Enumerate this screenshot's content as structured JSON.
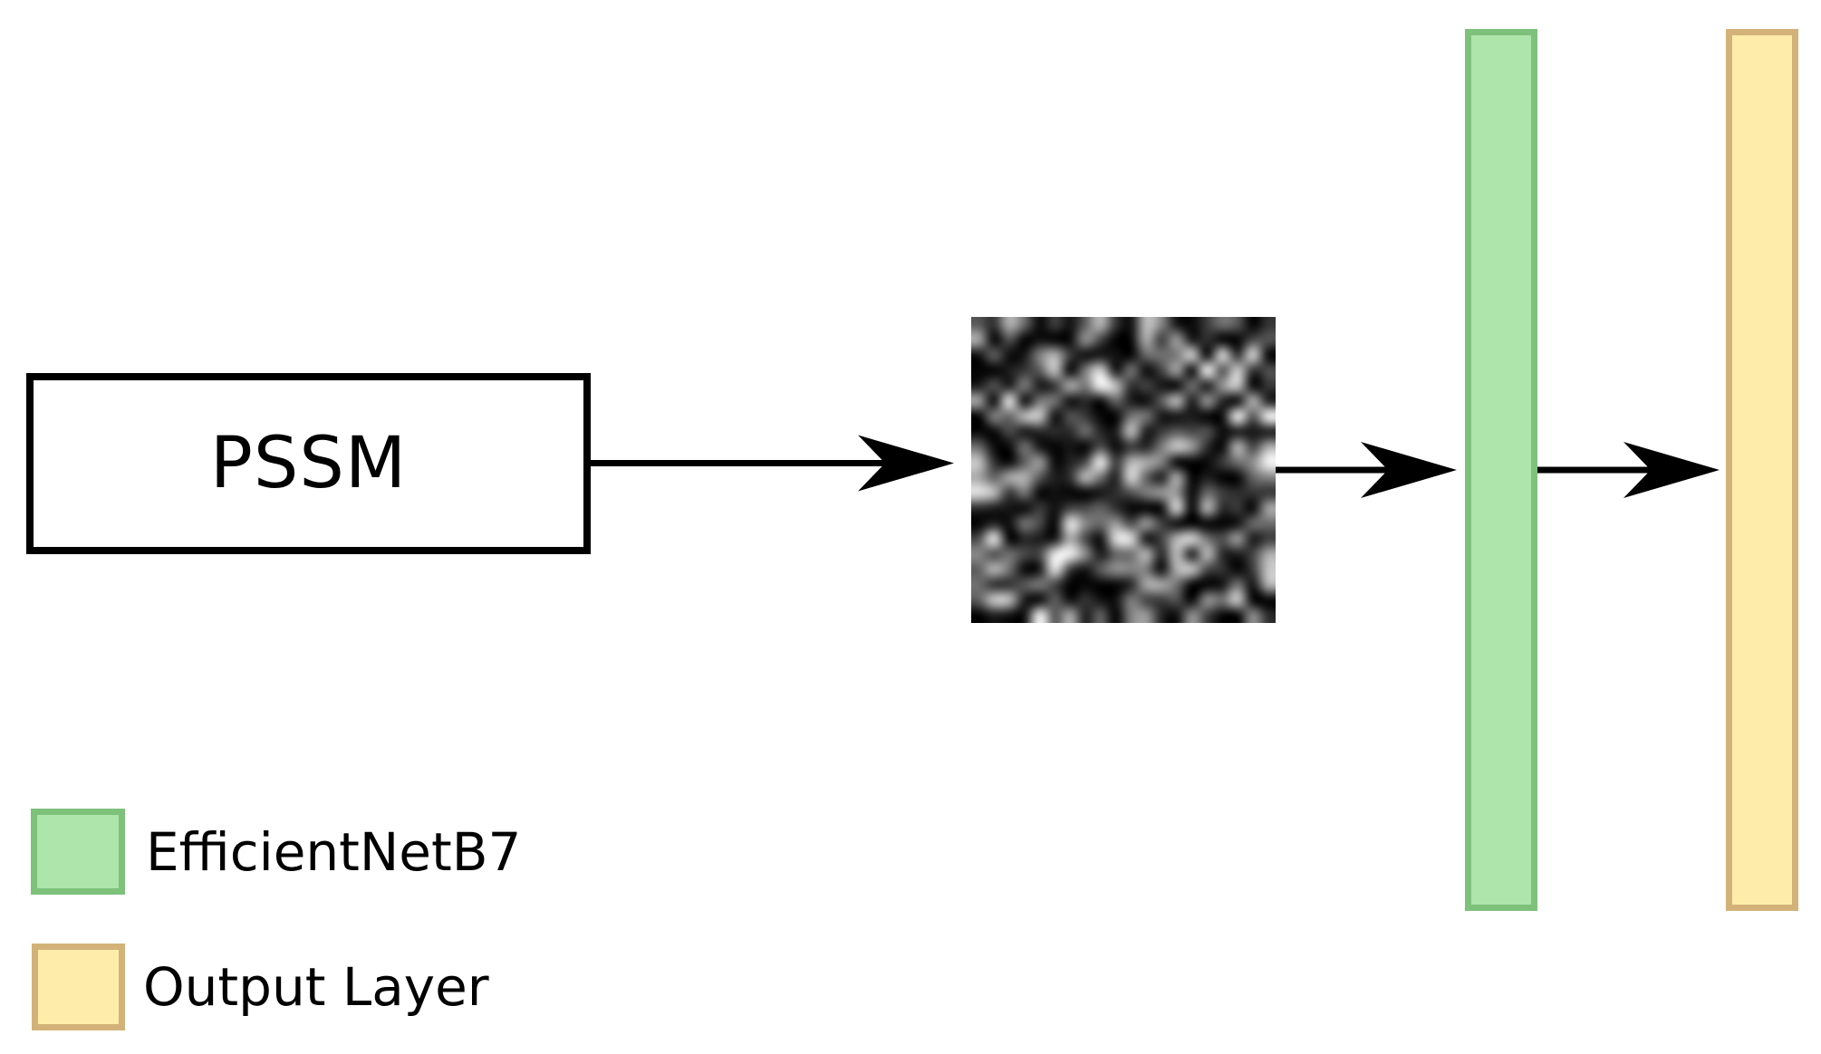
{
  "diagram": {
    "background": "#ffffff",
    "colors": {
      "arrow": "#000000",
      "box_border": "#000000",
      "green_fill": "#aee5ab",
      "green_border": "#7dc17b",
      "yellow_fill": "#feedaa",
      "yellow_border": "#d3b279"
    },
    "nodes": {
      "pssm_box": {
        "label": "PSSM"
      },
      "pssm_image": {
        "description": "grayscale PSSM matrix visualization",
        "grid_size": 20,
        "seed": 42
      }
    },
    "legend": {
      "items": [
        {
          "label": "EfficientNetB7"
        },
        {
          "label": "Output Layer"
        }
      ]
    }
  }
}
